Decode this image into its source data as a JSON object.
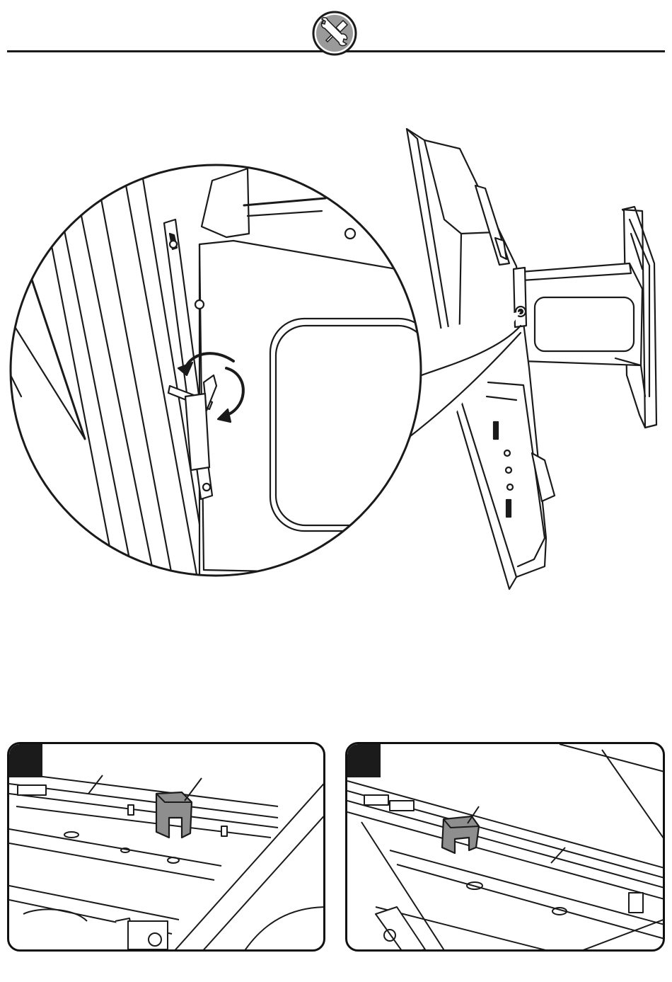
{
  "page": {
    "header": {
      "icon": "tools-icon",
      "icon_description": "wrench-and-screwdriver"
    },
    "main_figure": {
      "icon": "tv-mount-illustration",
      "detail": "allen-key-rotation-detail"
    },
    "panels": [
      {
        "step_label": "",
        "icon": "cable-clip-illustration"
      },
      {
        "step_label": "",
        "icon": "cable-clip-illustration"
      }
    ],
    "colors": {
      "ink": "#1a1a1a",
      "badge_fill": "#9a9a9a",
      "clip_fill": "#8e8e8e",
      "paper": "#ffffff"
    }
  }
}
